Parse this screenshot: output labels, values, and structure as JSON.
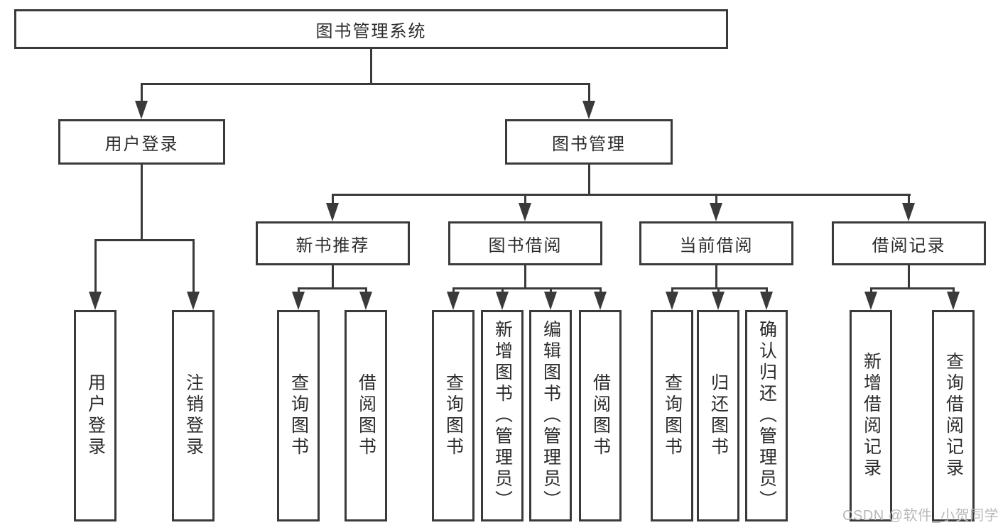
{
  "diagram": {
    "root": {
      "label": "图书管理系统"
    },
    "level2": [
      {
        "label": "用户登录"
      },
      {
        "label": "图书管理"
      }
    ],
    "level3": [
      {
        "label": "新书推荐"
      },
      {
        "label": "图书借阅"
      },
      {
        "label": "当前借阅"
      },
      {
        "label": "借阅记录"
      }
    ],
    "leaves": {
      "user": [
        {
          "label": "用户登录"
        },
        {
          "label": "注销登录"
        }
      ],
      "newbook": [
        {
          "label": "查询图书"
        },
        {
          "label": "借阅图书"
        }
      ],
      "borrow": [
        {
          "label": "查询图书"
        },
        {
          "label": "新增图书（管理员）"
        },
        {
          "label": "编辑图书（管理员）"
        },
        {
          "label": "借阅图书"
        }
      ],
      "current": [
        {
          "label": "查询图书"
        },
        {
          "label": "归还图书"
        },
        {
          "label": "确认归还（管理员）"
        }
      ],
      "records": [
        {
          "label": "新增借阅记录"
        },
        {
          "label": "查询借阅记录"
        }
      ]
    },
    "watermark": "CSDN @软件_小贺同学",
    "colors": {
      "line": "#3a3a3a",
      "text": "#2b2b2b",
      "watermark": "#b9b9b9",
      "background": "#ffffff"
    }
  }
}
